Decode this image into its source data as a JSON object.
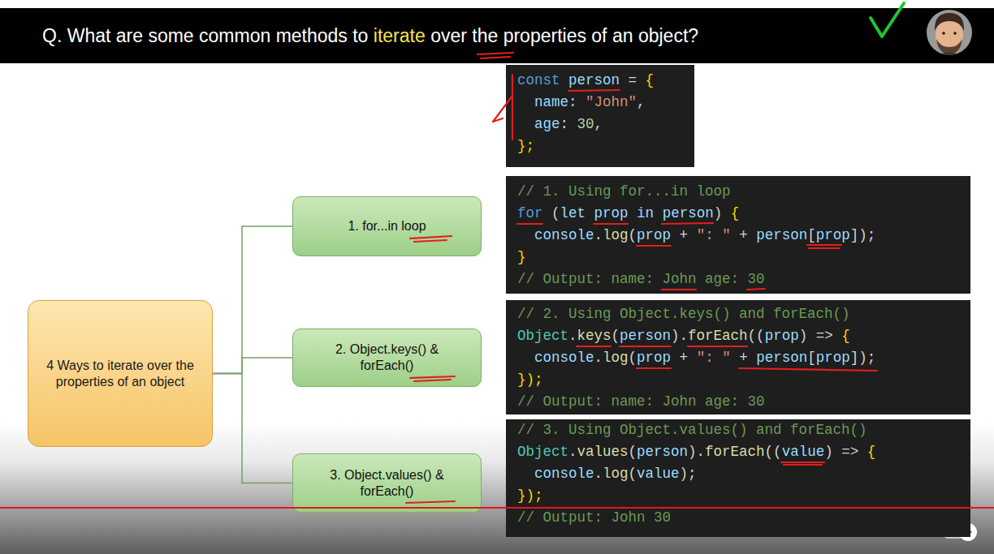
{
  "diagram": {
    "title": "Q. What are some common methods to iterate over the properties of an object?",
    "nodes": [
      {
        "text": [
          "4 Ways to iterate over the properties of an object"
        ]
      },
      {
        "text": [
          "1. for...in loop"
        ]
      },
      {
        "text": [
          "2. Object.keys() & forEach()"
        ]
      },
      {
        "text": [
          "3. Object.values() & forEach()"
        ]
      },
      {
        "text": [
          "const person = {",
          "name: \"John\",",
          "age: 30,",
          "};"
        ]
      },
      {
        "text": [
          "// 1. Using for...in loop",
          "for (let prop in person) {",
          "console.log(prop + \": \" + person[prop]);",
          "}",
          "// Output: name: John age: 30"
        ]
      },
      {
        "text": [
          "// 2. Using Object.keys() and forEach()",
          "Object.keys(person).forEach((prop) => {",
          "console.log(prop + \": \" + person[prop]);",
          "});",
          "// Output: name: John age: 30"
        ]
      },
      {
        "text": [
          "// 3. Using Object.values() and forEach()",
          "Object.values(person).forEach((value) => {",
          "console.log(value);",
          "});",
          "// Output: John 30"
        ]
      }
    ],
    "edges": [
      {
        "from": 0,
        "to": 1,
        "arrow": "none"
      },
      {
        "from": 0,
        "to": 2,
        "arrow": "none"
      },
      {
        "from": 0,
        "to": 3,
        "arrow": "none"
      }
    ]
  }
}
